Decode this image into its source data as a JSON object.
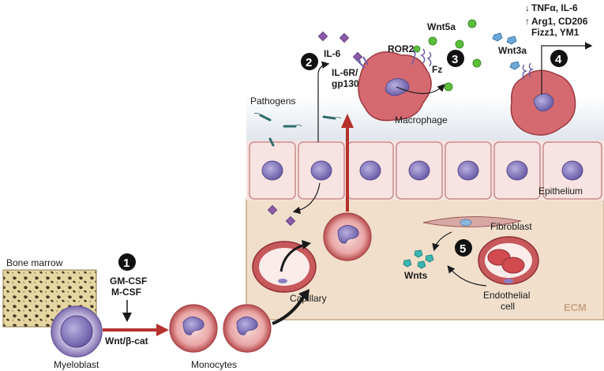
{
  "labels": {
    "bone_marrow": "Bone marrow",
    "myeloblast": "Myeloblast",
    "monocytes": "Monocytes",
    "capillary": "Capillary",
    "gm_csf": "GM-CSF",
    "m_csf": "M-CSF",
    "wnt_bcat": "Wnt/β-cat",
    "pathogens": "Pathogens",
    "il6": "IL-6",
    "il6r": "IL-6R/",
    "gp130": "gp130",
    "ror2": "ROR2",
    "fz": "Fz",
    "wnt5a": "Wnt5a",
    "macrophage": "Macrophage",
    "wnt3a": "Wnt3a",
    "down_line": "TNFα, IL-6",
    "up_line1": "Arg1, CD206",
    "up_line2": "Fizz1, YM1",
    "epithelium": "Epithelium",
    "fibroblast": "Fibroblast",
    "wnts": "Wnts",
    "endothelial1": "Endothelial",
    "endothelial2": "cell",
    "ecm": "ECM"
  },
  "steps": [
    "1",
    "2",
    "3",
    "4",
    "5"
  ],
  "colors": {
    "arrow_red": "#b5312c",
    "cell_pink": "#f3d5d2",
    "nucleus": "#8a7fc0",
    "ecm_bg": "#f1dfcb",
    "epithelium": "#f7e3e1",
    "macrophage": "#d46a70",
    "wnt_green": "#5bbf3a",
    "wnt_blue": "#6aa8d8",
    "wnt_teal": "#3bb6b0",
    "il6_purple": "#8a5aa8"
  }
}
